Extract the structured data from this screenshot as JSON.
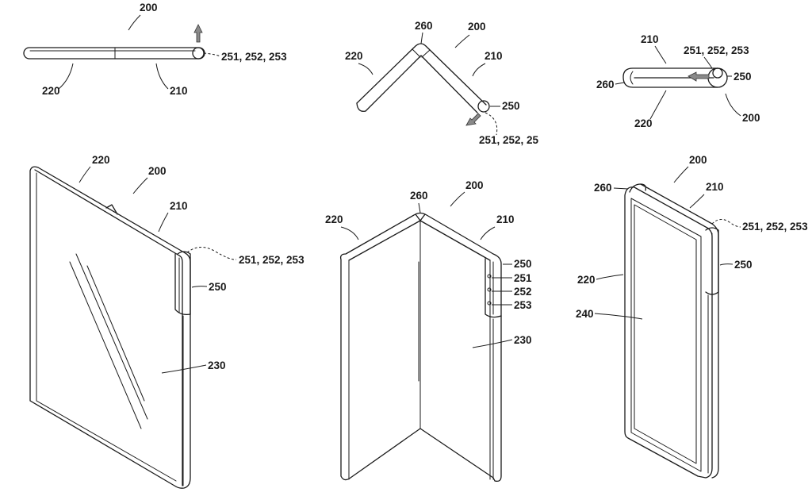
{
  "labels": {
    "device": "200",
    "first_housing": "210",
    "second_housing": "220",
    "front_display": "230",
    "rear_display": "240",
    "hinge_part": "250",
    "hinge_elements": "251, 252, 253",
    "hinge_elements_cut": "251, 252, 25",
    "element_251": "251",
    "element_252": "252",
    "element_253": "253",
    "top_hinge": "260"
  }
}
